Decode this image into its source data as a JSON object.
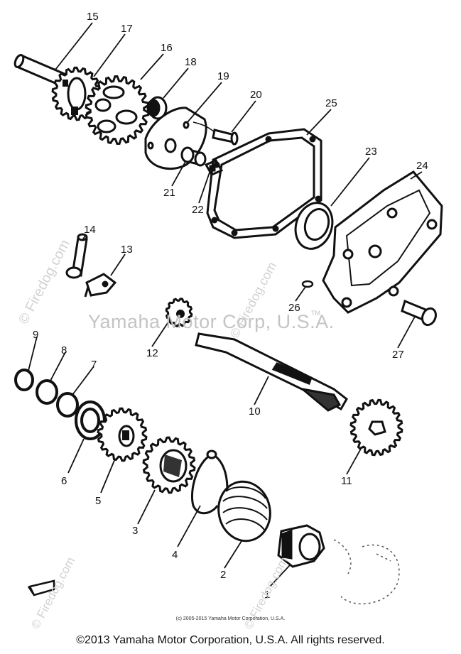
{
  "watermark": {
    "main": "Yamaha Motor Corp, U.S.A.",
    "tm": "TM",
    "firedog": "© Firedog.com"
  },
  "labels": {
    "p1": "1",
    "p2": "2",
    "p3": "3",
    "p4": "4",
    "p5": "5",
    "p6": "6",
    "p7": "7",
    "p8": "8",
    "p9": "9",
    "p10": "10",
    "p11": "11",
    "p12": "12",
    "p13": "13",
    "p14": "14",
    "p15": "15",
    "p16": "16",
    "p17": "17",
    "p18": "18",
    "p19": "19",
    "p20": "20",
    "p21": "21",
    "p22": "22",
    "p23": "23",
    "p24": "24",
    "p25": "25",
    "p26": "26",
    "p27": "27"
  },
  "small_copyright": "(c) 2005-2015 Yamaha Motor Corporation, U.S.A.",
  "footer": "©2013 Yamaha Motor Corporation, U.S.A. All rights reserved."
}
